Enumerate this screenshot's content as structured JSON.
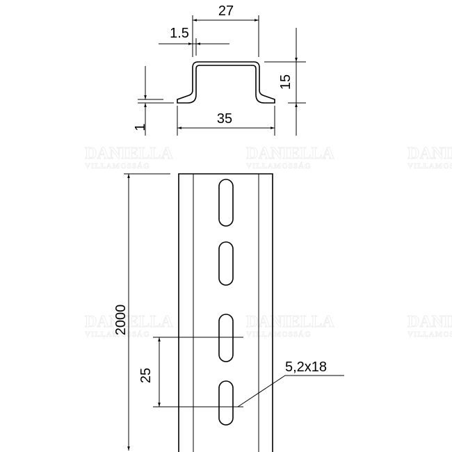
{
  "watermark": {
    "line1": "DANIELLA",
    "line2": "VILLAMOSSÁG"
  },
  "dimensions": {
    "top_width": "27",
    "thickness": "1.5",
    "height": "15",
    "base_width": "35",
    "flange_offset": "1",
    "length": "2000",
    "slot_pitch": "25",
    "slot_size": "5,2x18"
  }
}
